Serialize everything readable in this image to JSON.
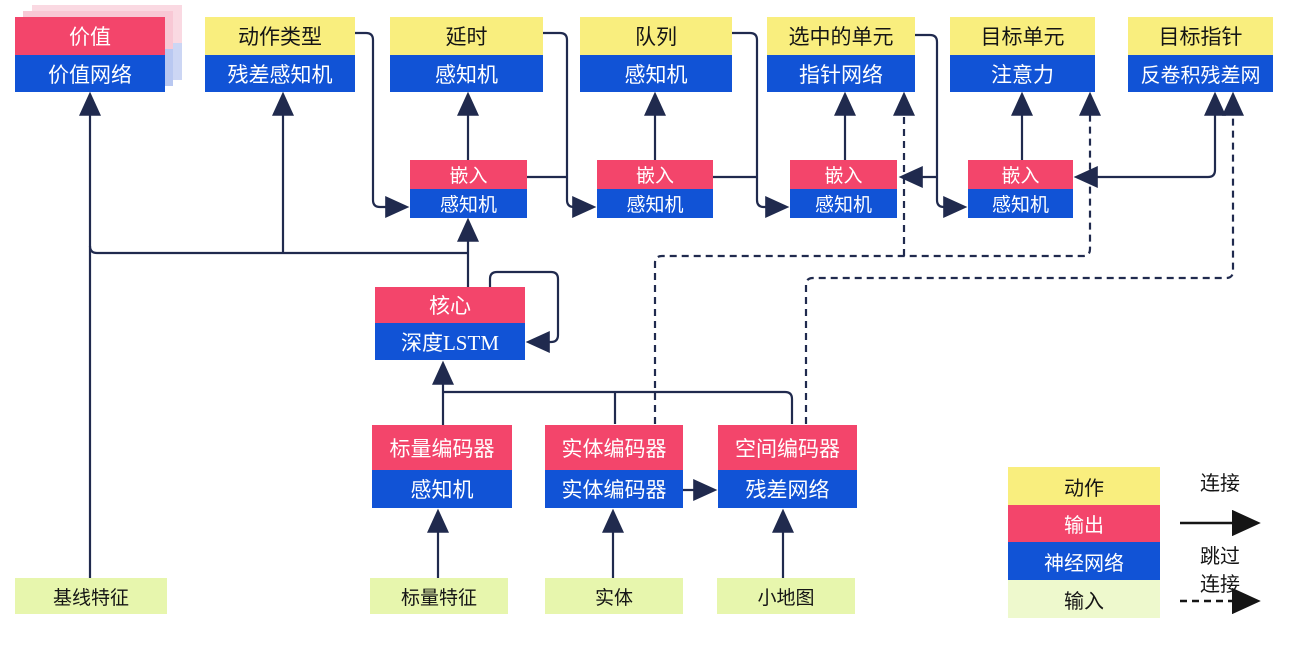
{
  "colors": {
    "pink": "#f3456b",
    "blue": "#1153d6",
    "yellow": "#f9ee7e",
    "green": "#e7f6ad",
    "green-light": "#eef9cd",
    "line": "#202a4e",
    "black": "#151515",
    "ghost-pink": "#f8c8d5",
    "ghost-blue": "#b9c8f1",
    "ghost-pink2": "#fad9e2",
    "ghost-blue2": "#ccd6f4"
  },
  "nodes": {
    "value": {
      "top": "价值",
      "bottom": "价值网络"
    },
    "action_type": {
      "top": "动作类型",
      "bottom": "残差感知机"
    },
    "delay": {
      "top": "延时",
      "bottom": "感知机"
    },
    "queue": {
      "top": "队列",
      "bottom": "感知机"
    },
    "selected_units": {
      "top": "选中的单元",
      "bottom": "指针网络"
    },
    "target_unit": {
      "top": "目标单元",
      "bottom": "注意力"
    },
    "target_point": {
      "top": "目标指针",
      "bottom": "反卷积残差网"
    },
    "embed1": {
      "top": "嵌入",
      "bottom": "感知机"
    },
    "embed2": {
      "top": "嵌入",
      "bottom": "感知机"
    },
    "embed3": {
      "top": "嵌入",
      "bottom": "感知机"
    },
    "embed4": {
      "top": "嵌入",
      "bottom": "感知机"
    },
    "core": {
      "top": "核心",
      "bottom": "深度LSTM"
    },
    "scalar_encoder": {
      "top": "标量编码器",
      "bottom": "感知机"
    },
    "entity_encoder": {
      "top": "实体编码器",
      "bottom": "实体编码器"
    },
    "spatial_encoder": {
      "top": "空间编码器",
      "bottom": "残差网络"
    },
    "baseline_features": {
      "label": "基线特征"
    },
    "scalar_features": {
      "label": "标量特征"
    },
    "entities": {
      "label": "实体"
    },
    "minimap": {
      "label": "小地图"
    }
  },
  "legend": {
    "action": "动作",
    "output": "输出",
    "neural_network": "神经网络",
    "input": "输入",
    "connection": "连接",
    "skip_line1": "跳过",
    "skip_line2": "连接"
  }
}
